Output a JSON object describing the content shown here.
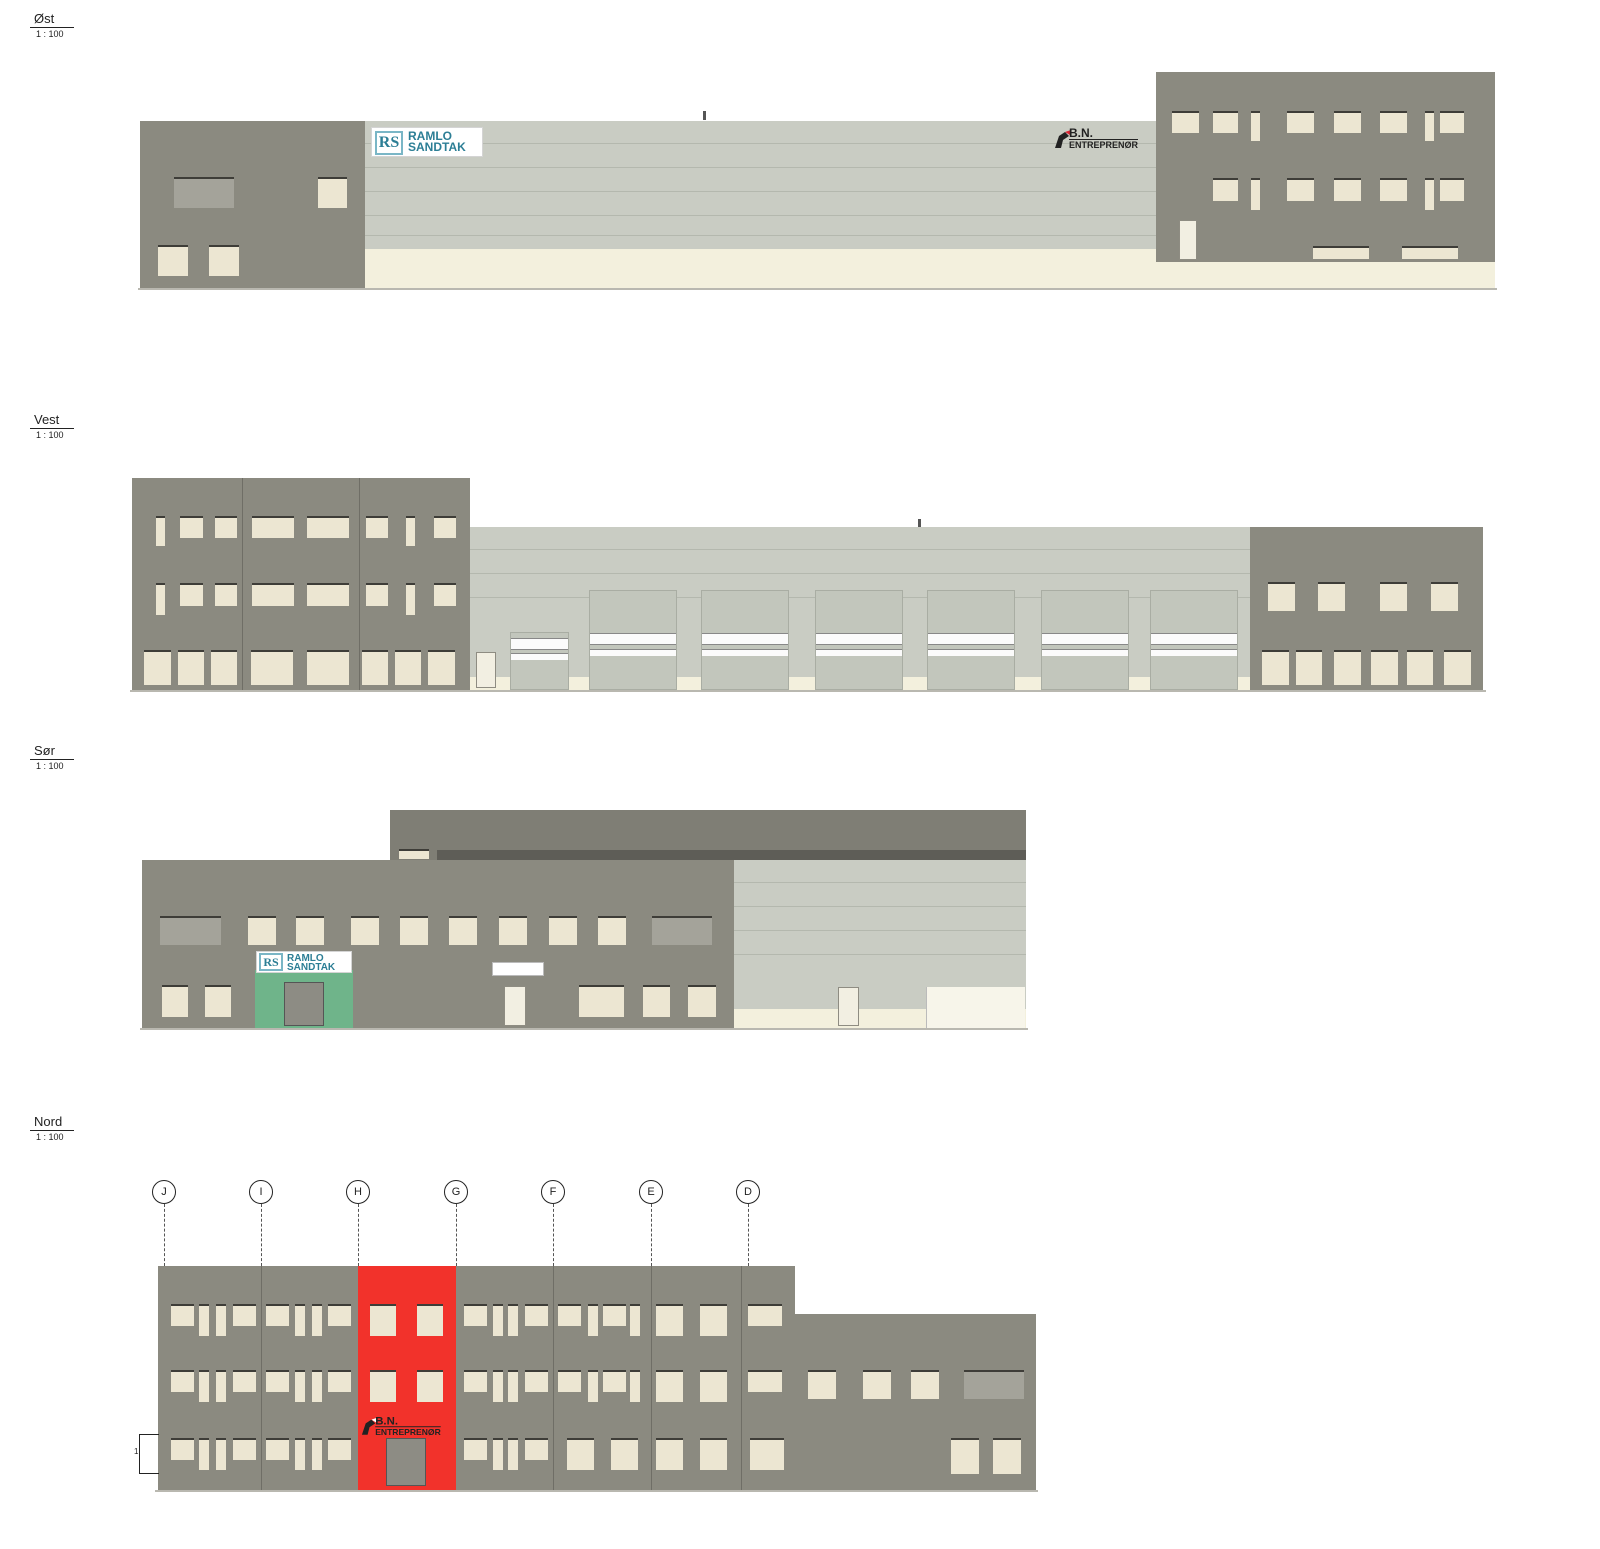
{
  "views": [
    {
      "id": "ost",
      "title": "Øst",
      "scale": "1 : 100"
    },
    {
      "id": "vest",
      "title": "Vest",
      "scale": "1 : 100"
    },
    {
      "id": "sor",
      "title": "Sør",
      "scale": "1 : 100"
    },
    {
      "id": "nord",
      "title": "Nord",
      "scale": "1 : 100"
    }
  ],
  "signs": {
    "ramlo_mark": "RS",
    "ramlo_text": "RAMLO\nSANDTAK",
    "bn_text": "B.N.",
    "bn_sub": "ENTREPRENØR"
  },
  "grid_labels": [
    "J",
    "I",
    "H",
    "G",
    "F",
    "E",
    "D"
  ],
  "level_mark": "1",
  "colors": {
    "wall": "#8b8a80",
    "hall": "#c9ccc3",
    "plinth": "#f3f0dd",
    "window": "#ece6d2",
    "entrance_green": "#6fb48a",
    "stair_red": "#f2322b",
    "sign_blue": "#2c7e95"
  }
}
